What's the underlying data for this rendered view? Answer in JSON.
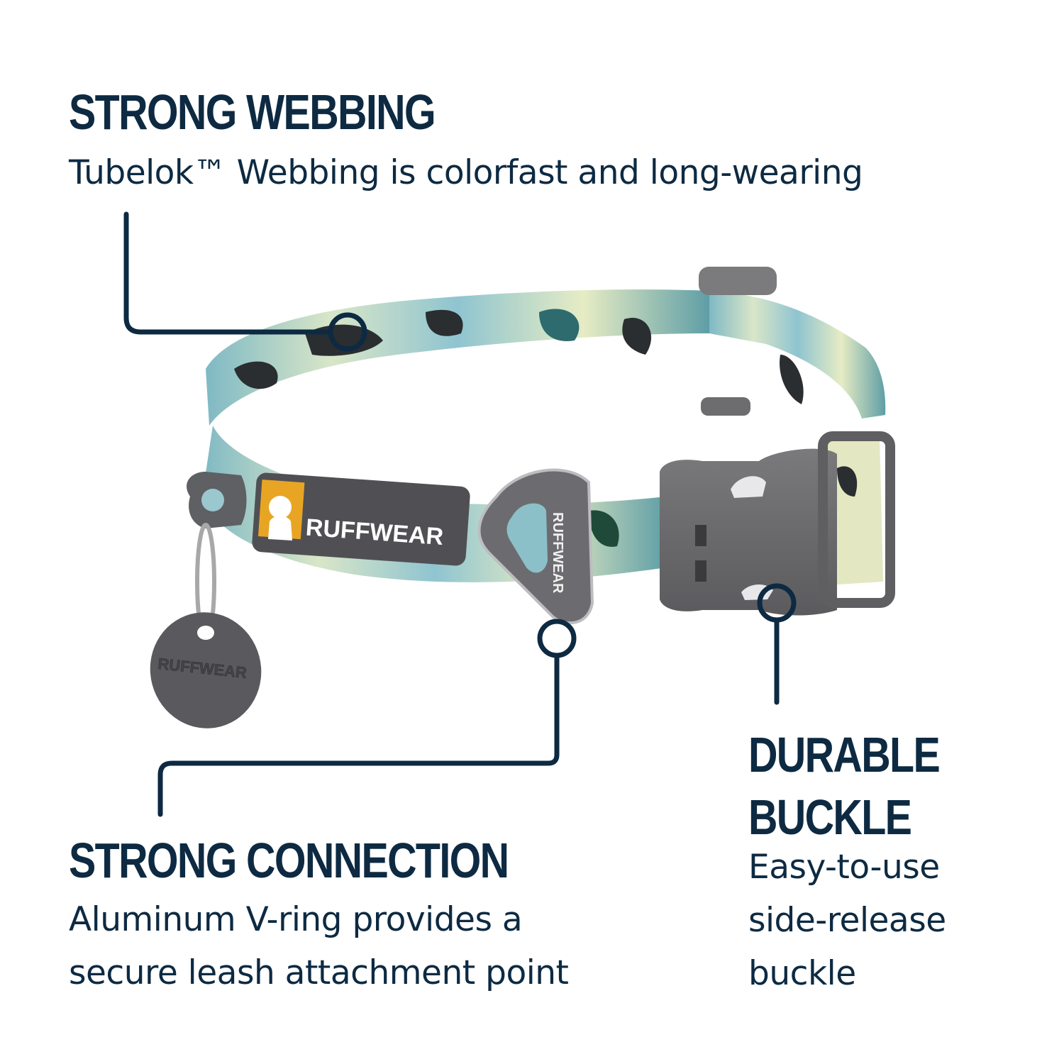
{
  "brand": {
    "name": "RUFFWEAR",
    "accent_color": "#0d2a42",
    "tag_color": "#5a5a5e",
    "logo_yellow": "#e8a524"
  },
  "callouts": {
    "webbing": {
      "heading": "STRONG WEBBING",
      "description": "Tubelok™ Webbing is colorfast and long-wearing"
    },
    "connection": {
      "heading": "STRONG CONNECTION",
      "description_lines": [
        "Aluminum V-ring provides a",
        "secure leash attachment point"
      ]
    },
    "buckle": {
      "heading_lines": [
        "DURABLE",
        "BUCKLE"
      ],
      "description_lines": [
        "Easy-to-use",
        "side-release",
        "buckle"
      ]
    }
  },
  "product": {
    "patch_label": "RUFFWEAR",
    "vring_label": "RUFFWEAR",
    "tag_label": "RUFFWEAR"
  }
}
